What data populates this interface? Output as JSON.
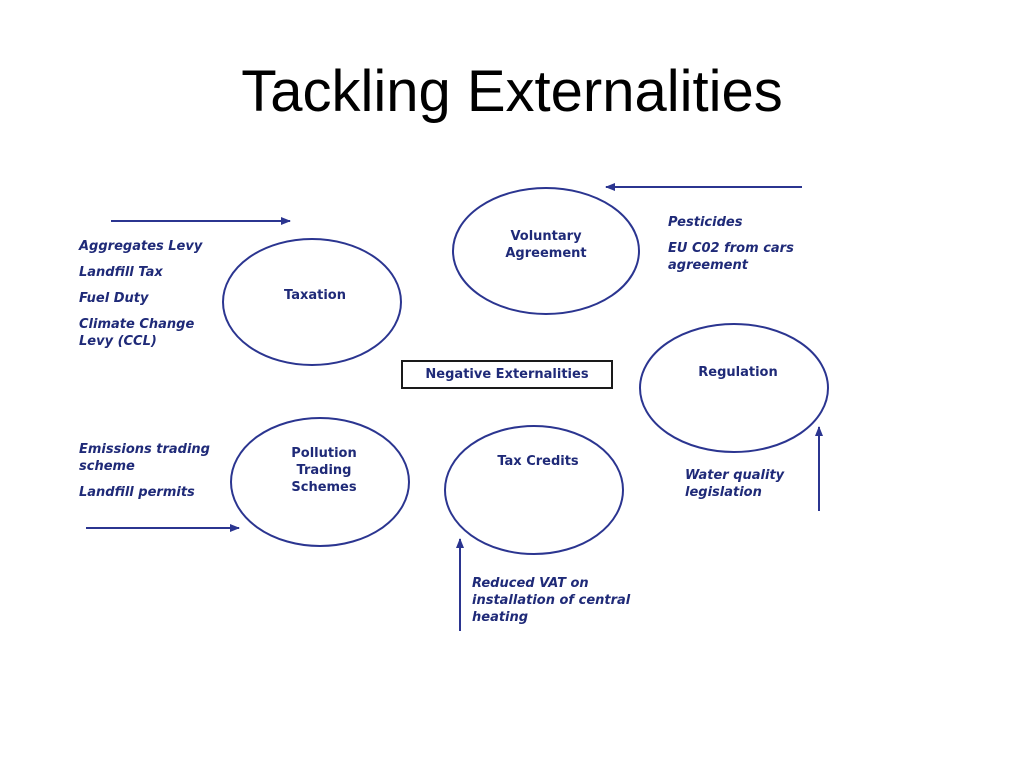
{
  "slide": {
    "title": "Tackling Externalities"
  },
  "center": {
    "label": "Negative Externalities"
  },
  "nodes": {
    "voluntary": {
      "label": "Voluntary Agreement"
    },
    "taxation": {
      "label": "Taxation"
    },
    "regulation": {
      "label": "Regulation"
    },
    "pollution": {
      "label": "Pollution Trading Schemes"
    },
    "taxcredits": {
      "label": "Tax Credits"
    }
  },
  "notes": {
    "taxation": [
      "Aggregates Levy",
      "Landfill Tax",
      "Fuel Duty",
      "Climate Change Levy (CCL)"
    ],
    "voluntary": [
      "Pesticides",
      "EU C02 from cars agreement"
    ],
    "regulation": [
      "Water quality legislation"
    ],
    "pollution": [
      "Emissions trading scheme",
      "Landfill permits"
    ],
    "taxcredits": [
      "Reduced VAT on installation of central heating"
    ]
  },
  "colors": {
    "ink": "#1f2a78",
    "outline": "#2b3590",
    "box_border": "#1a1a1a"
  }
}
